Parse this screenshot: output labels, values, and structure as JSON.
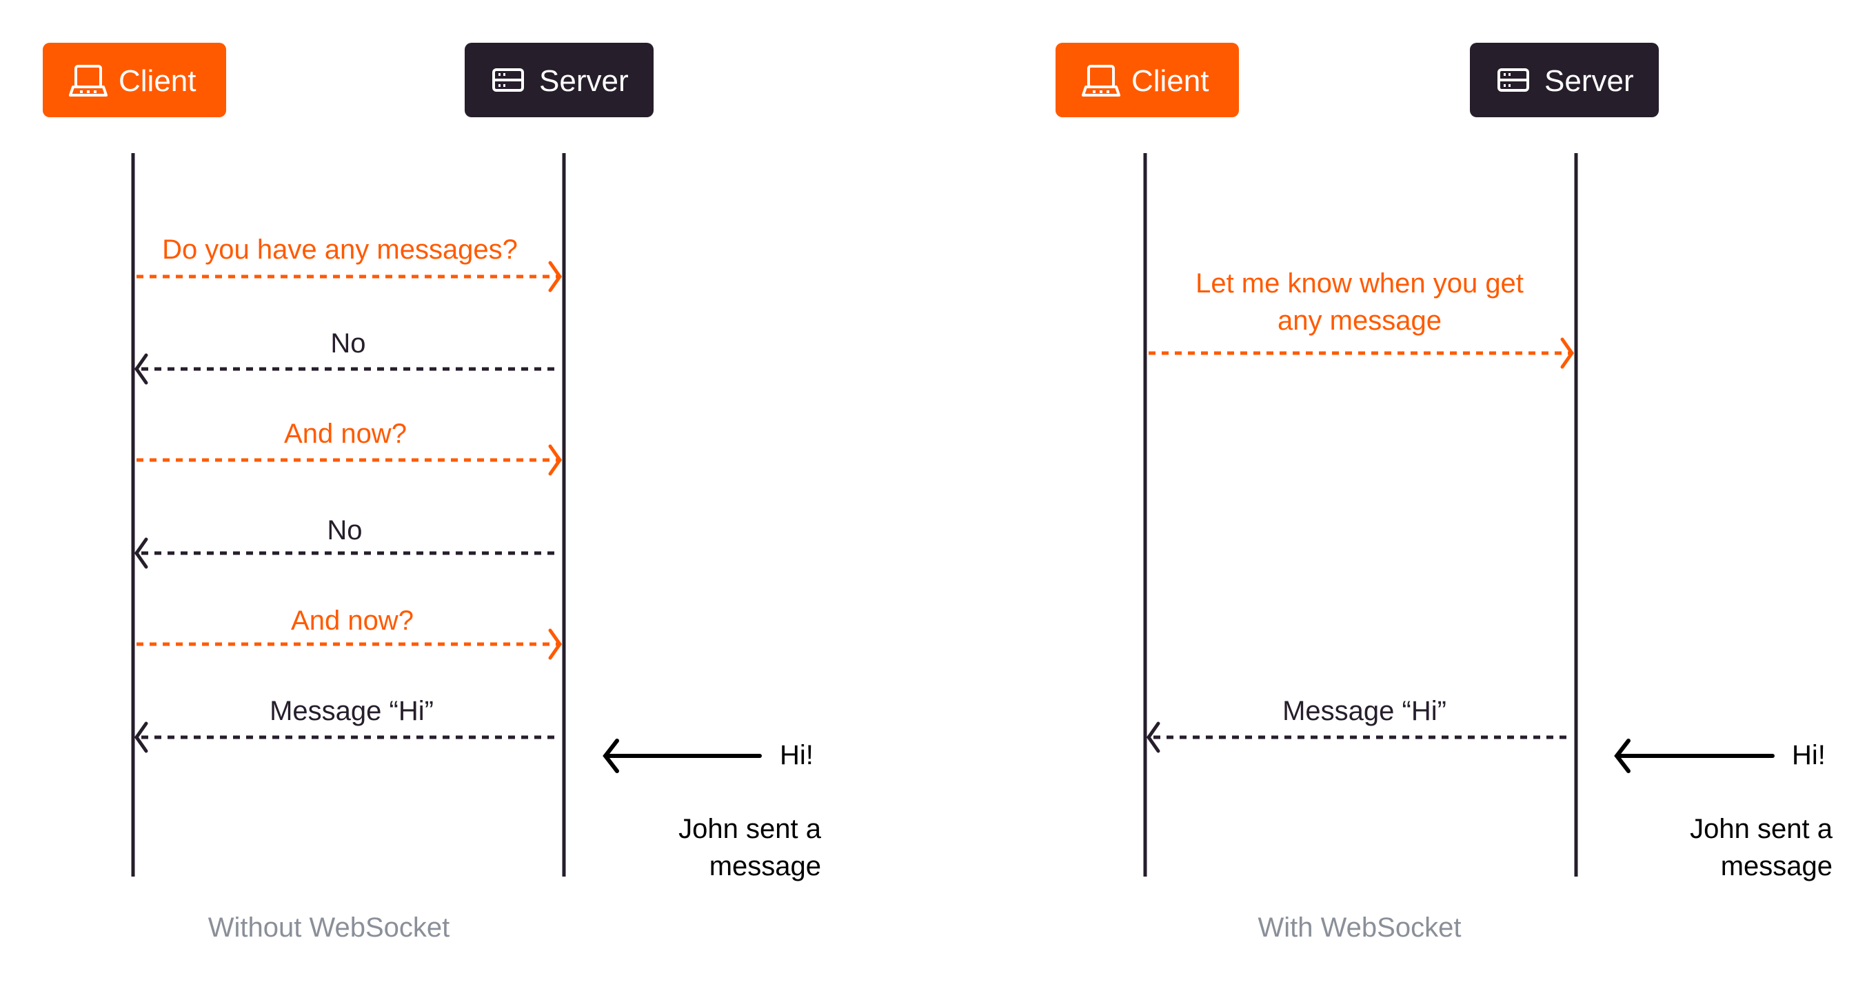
{
  "colors": {
    "accent": "#FF5A00",
    "dark": "#261E2B",
    "caption": "#8A8F98",
    "background": "#FFFFFF"
  },
  "left": {
    "client_label": "Client",
    "server_label": "Server",
    "client_icon": "laptop-icon",
    "server_icon": "server-icon",
    "messages": [
      {
        "text": "Do you have any messages?",
        "direction": "client-to-server",
        "color": "accent"
      },
      {
        "text": "No",
        "direction": "server-to-client",
        "color": "dark"
      },
      {
        "text": "And now?",
        "direction": "client-to-server",
        "color": "accent"
      },
      {
        "text": "No",
        "direction": "server-to-client",
        "color": "dark"
      },
      {
        "text": "And now?",
        "direction": "client-to-server",
        "color": "accent"
      },
      {
        "text": "Message “Hi”",
        "direction": "server-to-client",
        "color": "dark"
      }
    ],
    "incoming": {
      "text": "Hi!",
      "note_line1": "John sent a",
      "note_line2": "message"
    },
    "caption": "Without WebSocket"
  },
  "right": {
    "client_label": "Client",
    "server_label": "Server",
    "client_icon": "laptop-icon",
    "server_icon": "server-icon",
    "messages": [
      {
        "text_line1": "Let me know when you get",
        "text_line2": "any message",
        "direction": "client-to-server",
        "color": "accent"
      },
      {
        "text": "Message “Hi”",
        "direction": "server-to-client",
        "color": "dark"
      }
    ],
    "incoming": {
      "text": "Hi!",
      "note_line1": "John sent a",
      "note_line2": "message"
    },
    "caption": "With WebSocket"
  }
}
